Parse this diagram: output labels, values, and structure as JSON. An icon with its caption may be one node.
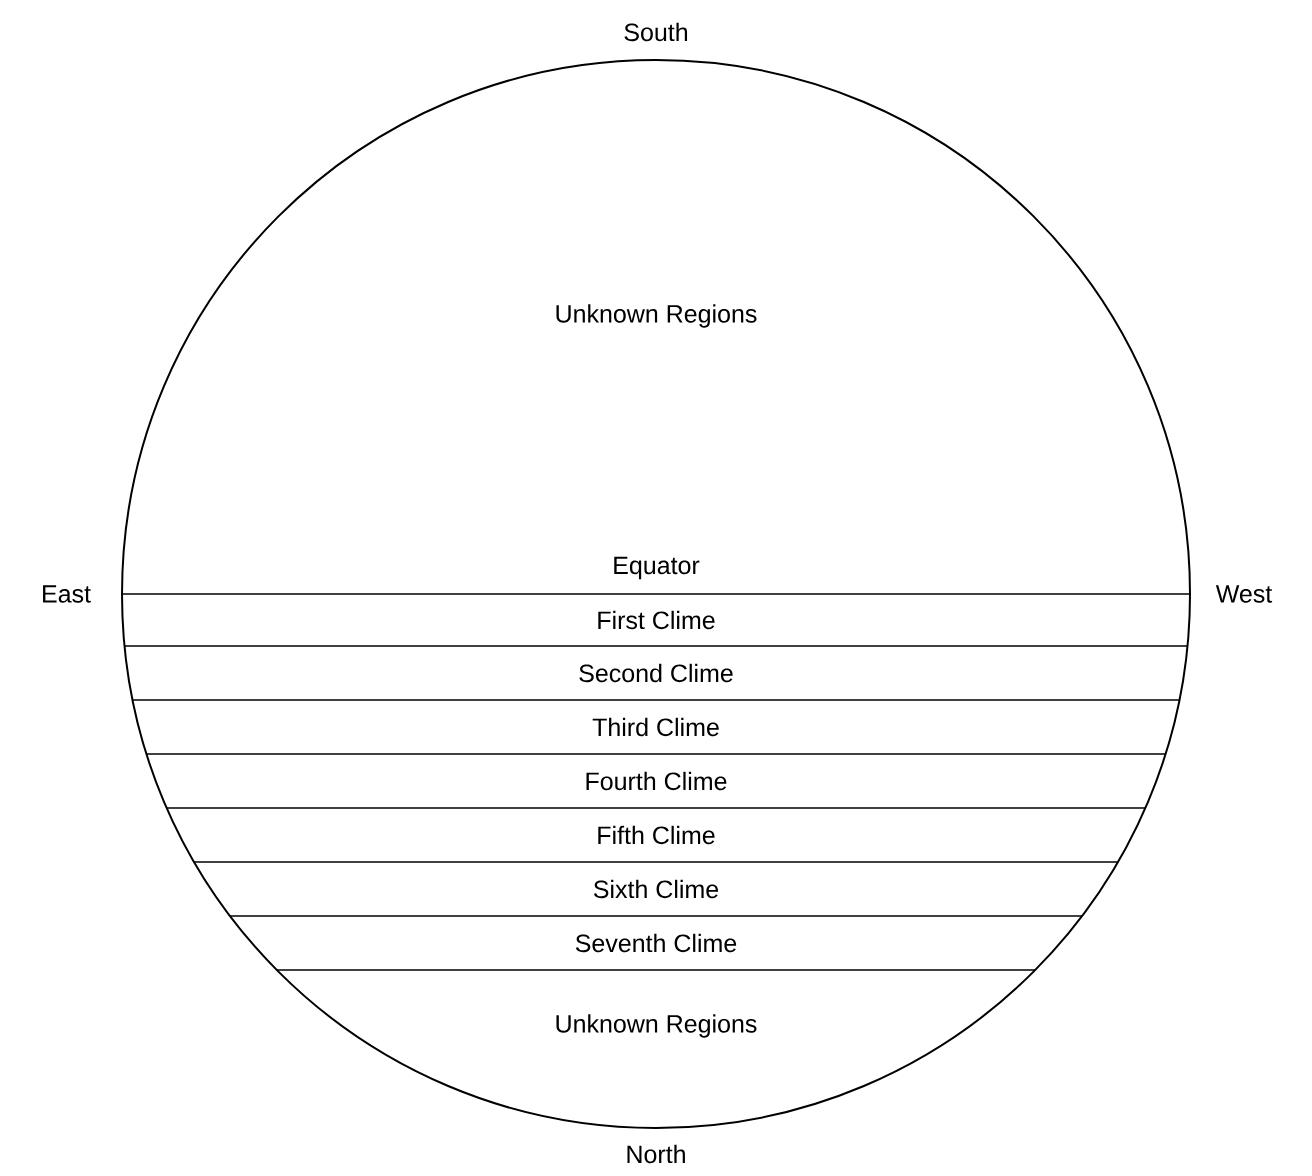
{
  "diagram": {
    "nodes": [
      {
        "text": [],
        "shape": "circle"
      },
      {
        "text": [
          "Unknown Regions"
        ],
        "in": 0
      },
      {
        "text": [
          "First Clime"
        ],
        "in": 0
      },
      {
        "text": [
          "Second Clime"
        ],
        "in": 0
      },
      {
        "text": [
          "Third Clime"
        ],
        "in": 0
      },
      {
        "text": [
          "Fourth Clime"
        ],
        "in": 0
      },
      {
        "text": [
          "Fifth Clime"
        ],
        "in": 0
      },
      {
        "text": [
          "Sixth Clime"
        ],
        "in": 0
      },
      {
        "text": [
          "Seventh Clime"
        ],
        "in": 0
      },
      {
        "text": [
          "Unknown Regions"
        ],
        "in": 0
      }
    ],
    "labels": [
      "South",
      "East",
      "Equator",
      "West",
      "North"
    ]
  }
}
